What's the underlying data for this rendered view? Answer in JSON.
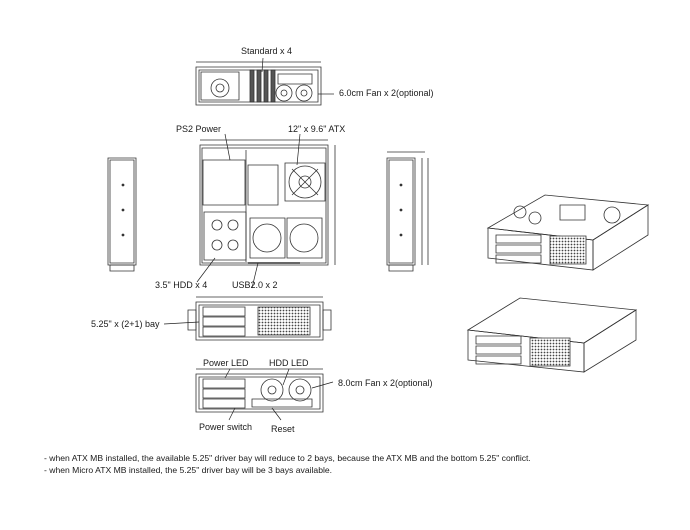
{
  "labels": {
    "standard": "Standard x 4",
    "fan_60": "6.0cm Fan x 2(optional)",
    "ps2_power": "PS2 Power",
    "atx_board": "12\" x 9.6\" ATX",
    "hdd_35": "3.5\" HDD x 4",
    "usb": "USB2.0 x 2",
    "bay_525": "5.25\" x (2+1) bay",
    "power_led": "Power LED",
    "hdd_led": "HDD LED",
    "fan_80": "8.0cm Fan x 2(optional)",
    "power_switch": "Power switch",
    "reset": "Reset"
  },
  "notes": [
    "- when ATX MB installed, the available 5.25\" driver bay will reduce to 2 bays, because the ATX MB and the bottom 5.25\" conflict.",
    "- when Micro ATX MB installed, the 5.25\" driver bay will be 3 bays available."
  ]
}
